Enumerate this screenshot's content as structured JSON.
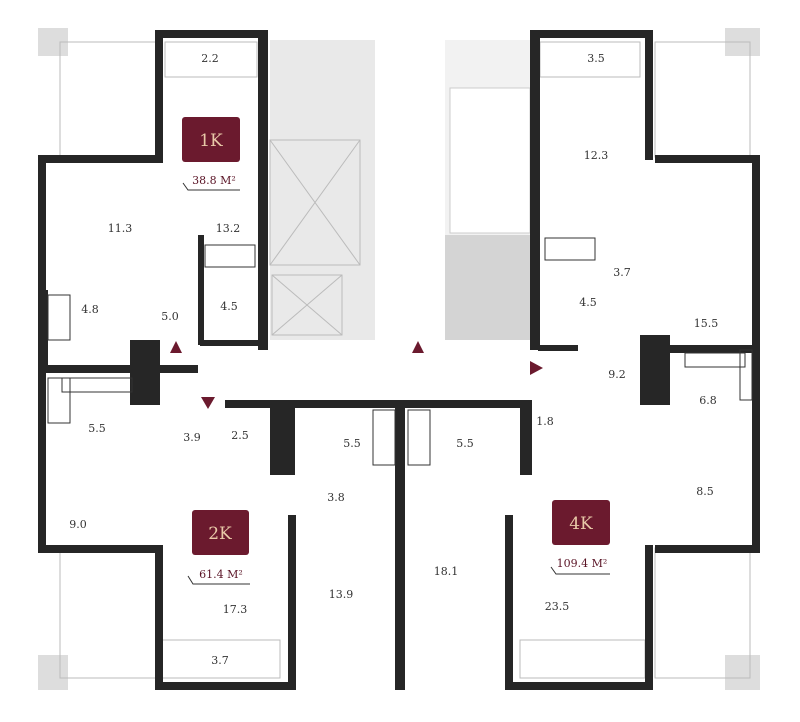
{
  "colors": {
    "accent": "#6b1a2e",
    "badge_text": "#e8c9a8",
    "wall": "#262626",
    "core": "#d4d4d4"
  },
  "apartments": [
    {
      "label": "1K",
      "area": "38.8 M²"
    },
    {
      "label": "2K",
      "area": "61.4 M²"
    },
    {
      "label": "4K",
      "area": "109.4 M²"
    }
  ],
  "rooms": [
    "2.2",
    "3.5",
    "12.3",
    "11.3",
    "13.2",
    "3.7",
    "4.5",
    "4.8",
    "5.0",
    "4.5",
    "15.5",
    "9.2",
    "6.8",
    "5.5",
    "3.9",
    "2.5",
    "5.5",
    "5.5",
    "1.8",
    "3.8",
    "8.5",
    "9.0",
    "18.1",
    "13.9",
    "17.3",
    "23.5",
    "3.7"
  ]
}
